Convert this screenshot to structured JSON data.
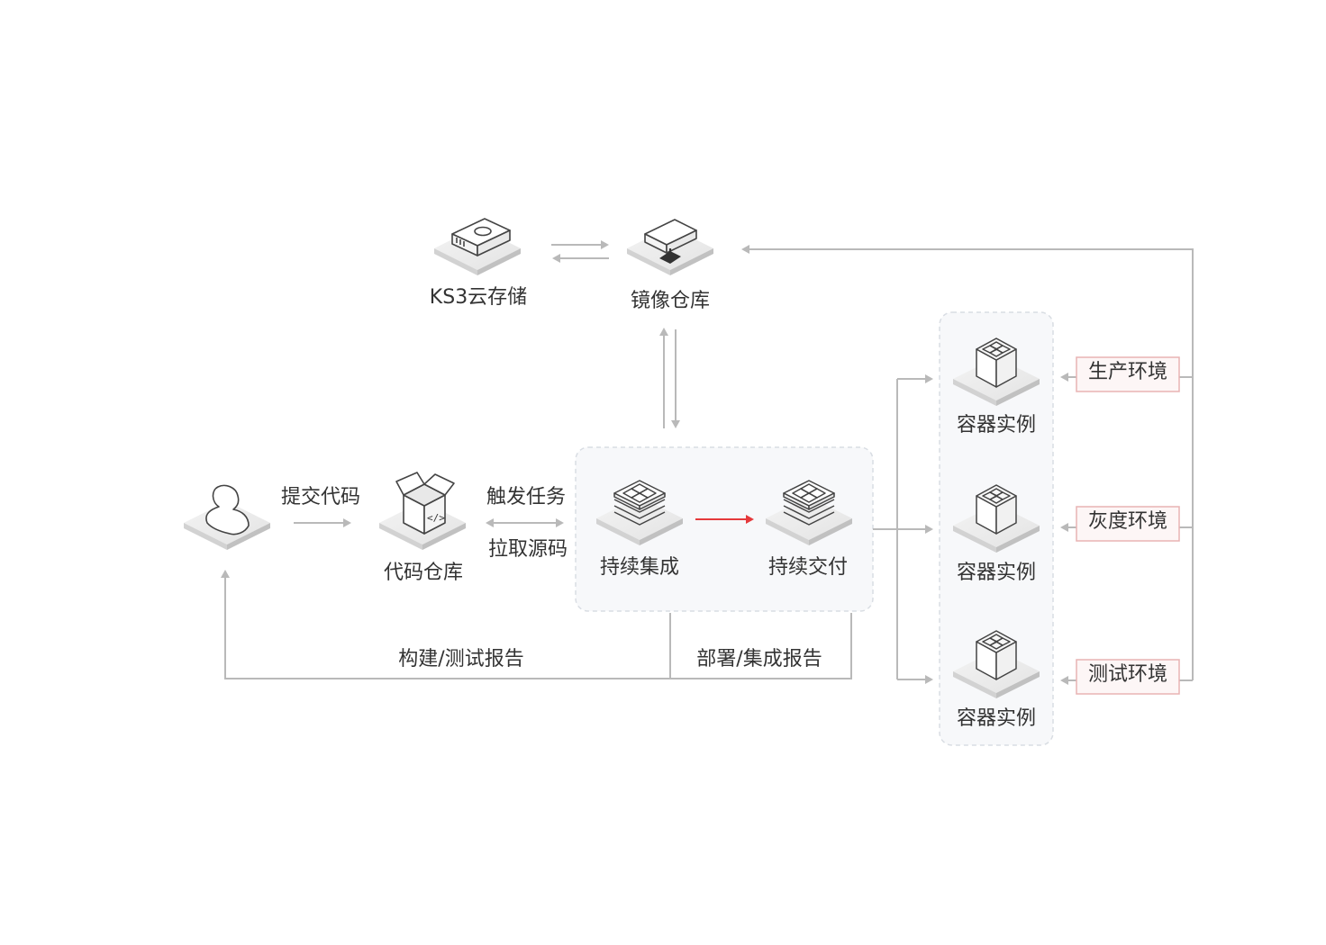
{
  "nodes": {
    "ks3": "KS3云存储",
    "registry": "镜像仓库",
    "code_repo": "代码仓库",
    "ci": "持续集成",
    "cd": "持续交付",
    "container_1": "容器实例",
    "container_2": "容器实例",
    "container_3": "容器实例"
  },
  "environments": [
    "生产环境",
    "灰度环境",
    "测试环境"
  ],
  "edges": {
    "submit_code": "提交代码",
    "trigger_task": "触发任务",
    "pull_source": "拉取源码",
    "build_test_report": "构建/测试报告",
    "deploy_report": "部署/集成报告"
  },
  "colors": {
    "connector": "#b9b9b9",
    "highlight_arrow": "#e5393b",
    "env_border": "#e8b3b3",
    "env_fill": "#fdf6f6",
    "group_border": "#d9dde3",
    "group_fill": "#f7f8fa"
  },
  "icons": {
    "user": "user-icon",
    "ks3": "storage-server-icon",
    "registry": "image-registry-icon",
    "code_repo": "code-box-icon",
    "ci": "stack-layers-icon",
    "cd": "stack-layers-icon",
    "container": "container-cube-icon"
  }
}
